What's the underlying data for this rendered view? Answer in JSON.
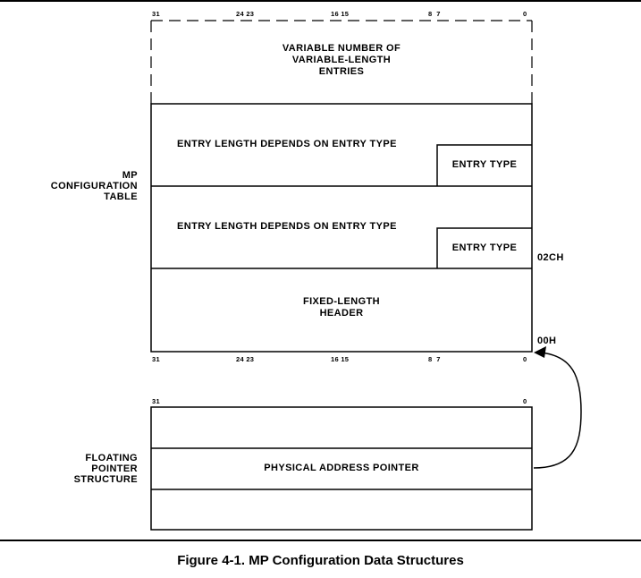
{
  "mp_table": {
    "bit_labels_top": [
      "31",
      "24 23",
      "16 15",
      "8  7",
      "0"
    ],
    "bit_labels_bottom": [
      "31",
      "24 23",
      "16 15",
      "8  7",
      "0"
    ],
    "variable_entries": "VARIABLE NUMBER OF\nVARIABLE-LENGTH\nENTRIES",
    "entry1_text": "ENTRY LENGTH DEPENDS ON ENTRY TYPE",
    "entry1_type": "ENTRY TYPE",
    "entry2_text": "ENTRY LENGTH DEPENDS ON ENTRY TYPE",
    "entry2_type": "ENTRY TYPE",
    "header_text": "FIXED-LENGTH\nHEADER",
    "side_label": "MP\nCONFIGURATION\nTABLE",
    "offset_02ch": "02CH",
    "offset_00h": "00H"
  },
  "floating_pointer": {
    "bit_label_left": "31",
    "bit_label_right": "0",
    "pointer_text": "PHYSICAL ADDRESS POINTER",
    "side_label": "FLOATING\nPOINTER\nSTRUCTURE"
  },
  "caption": "Figure 4-1.  MP Configuration Data Structures"
}
